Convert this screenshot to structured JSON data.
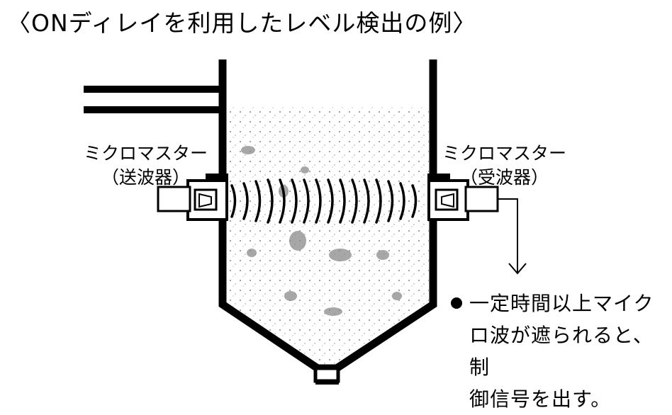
{
  "title": "〈ONディレイを利用したレベル検出の例〉",
  "sender": {
    "name": "ミクロマスター",
    "role": "（送波器）"
  },
  "receiver": {
    "name": "ミクロマスター",
    "role": "（受波器）"
  },
  "note": {
    "line1": "一定時間以上マイク",
    "line2": "ロ波が遮られると、制",
    "line3": "御信号を出す。"
  }
}
